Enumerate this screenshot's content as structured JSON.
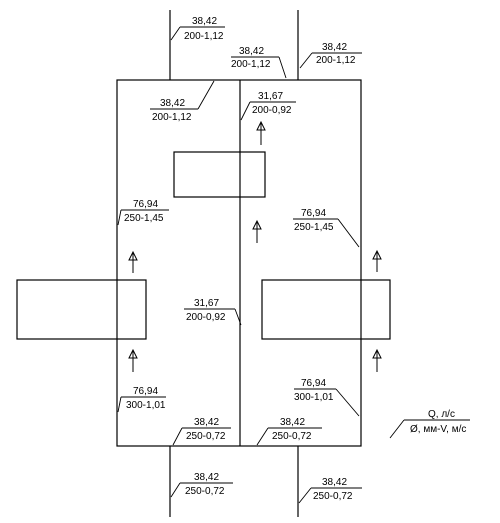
{
  "segments": [
    {
      "id": "top-left-riser",
      "flow": "38,42",
      "spec": "200-1,12"
    },
    {
      "id": "top-mid-riser",
      "flow": "38,42",
      "spec": "200-1,12"
    },
    {
      "id": "top-right-riser",
      "flow": "38,42",
      "spec": "200-1,12"
    },
    {
      "id": "upper-left-chamber",
      "flow": "38,42",
      "spec": "200-1,12"
    },
    {
      "id": "upper-partition",
      "flow": "31,67",
      "spec": "200-0,92"
    },
    {
      "id": "left-wall-upper",
      "flow": "76,94",
      "spec": "250-1,45"
    },
    {
      "id": "right-wall-upper",
      "flow": "76,94",
      "spec": "250-1,45"
    },
    {
      "id": "lower-partition",
      "flow": "31,67",
      "spec": "200-0,92"
    },
    {
      "id": "left-wall-lower",
      "flow": "76,94",
      "spec": "300-1,01"
    },
    {
      "id": "right-wall-lower",
      "flow": "76,94",
      "spec": "300-1,01"
    },
    {
      "id": "bottom-left-inside",
      "flow": "38,42",
      "spec": "250-0,72"
    },
    {
      "id": "bottom-right-inside",
      "flow": "38,42",
      "spec": "250-0,72"
    },
    {
      "id": "bottom-left-outside",
      "flow": "38,42",
      "spec": "250-0,72"
    },
    {
      "id": "bottom-right-outside",
      "flow": "38,42",
      "spec": "250-0,72"
    }
  ],
  "legend": {
    "top": "Q, л/с",
    "bottom": "Ø, мм-V, м/с"
  }
}
